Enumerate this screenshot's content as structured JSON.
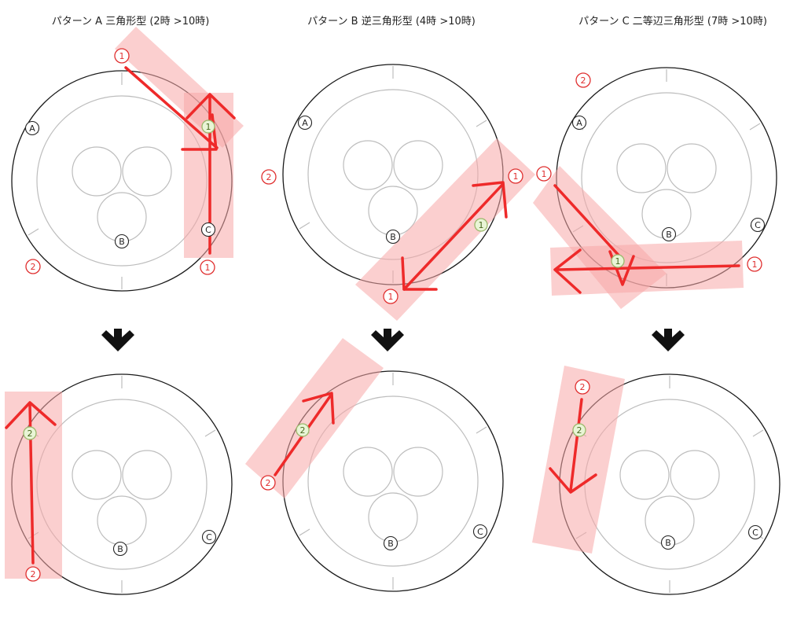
{
  "patterns": [
    {
      "title": "パターン A 三角形型 (2時 >10時)",
      "labels": {
        "a": "A",
        "b": "B",
        "c": "C"
      },
      "step1": "1",
      "step2": "2"
    },
    {
      "title": "パターン B 逆三角形型 (4時 >10時)",
      "labels": {
        "b": "B"
      },
      "step1": "1",
      "step2": "2"
    },
    {
      "title": "パターン C 二等辺三角形型 (7時 >10時)",
      "labels": {
        "a": "A",
        "b": "B",
        "c": "C"
      },
      "step1": "1",
      "step2": "2"
    }
  ],
  "bottom_labels": [
    {
      "b": "B",
      "c": "C"
    },
    {
      "b": "B",
      "c": "C"
    },
    {
      "b": "B",
      "c": "C"
    }
  ],
  "colors": {
    "arrow": "#ee2a2a",
    "band": "#f7a8a8",
    "marker_ring": "#e03030",
    "marker_fill_green": "#e9f5d6",
    "marker_ring_green": "#9ab86a",
    "watch_outline": "#1a1a1a",
    "inner_ring": "#bbbbbb"
  },
  "icons": {
    "down_arrow": "down-arrow-icon"
  }
}
